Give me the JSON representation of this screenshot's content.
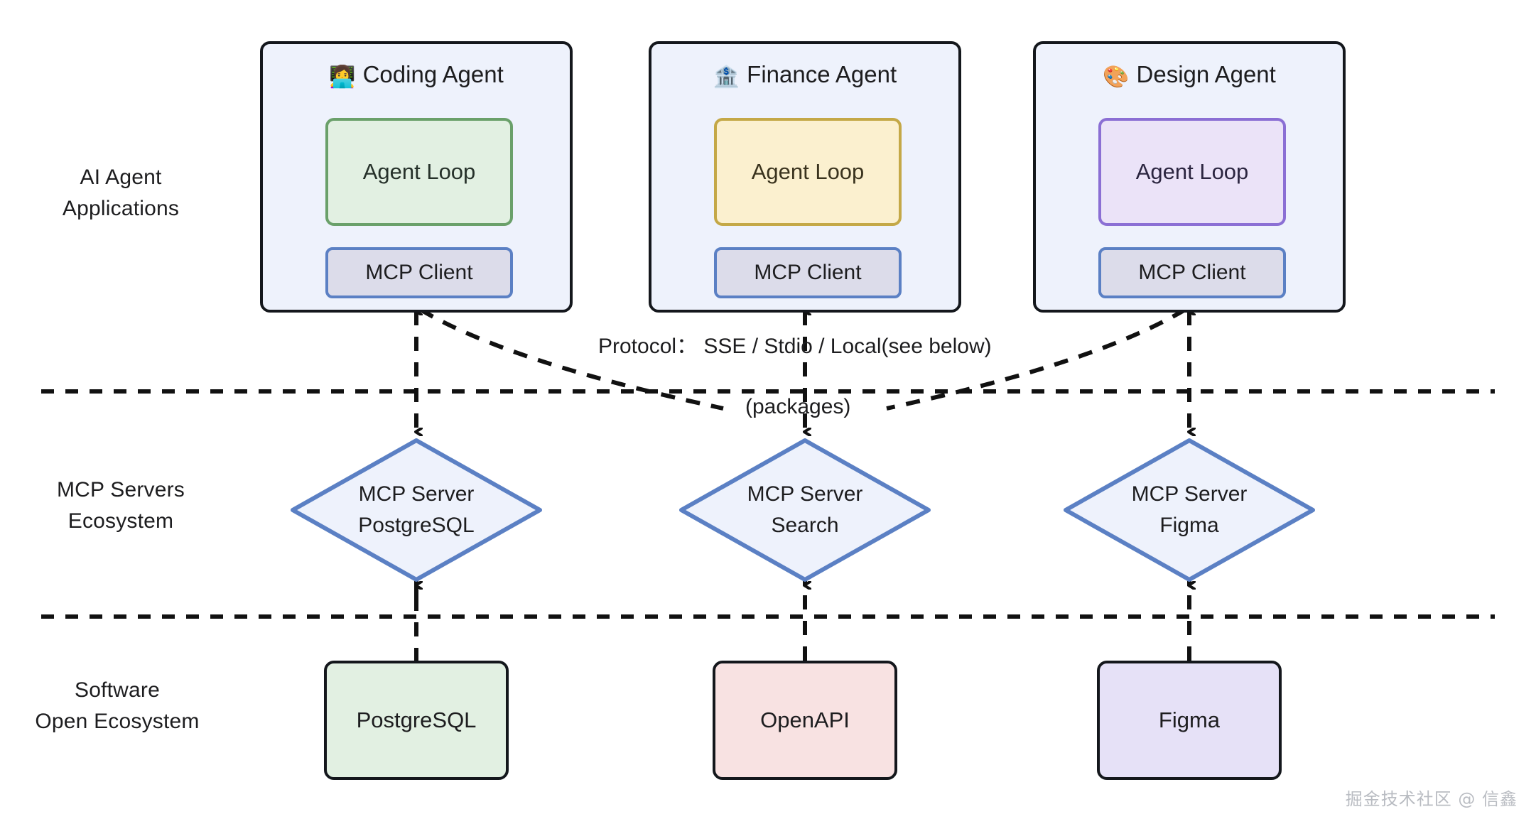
{
  "diagram": {
    "title": "MCP architecture layers",
    "colors": {
      "card_fill": "#eef2fc",
      "card_border": "#14171c",
      "loop_green_border": "#6aa06a",
      "loop_green_fill": "#e2f0e2",
      "loop_yellow_border": "#c4a847",
      "loop_yellow_fill": "#fbf0cf",
      "loop_purple_border": "#8b6fd4",
      "loop_purple_fill": "#ebe3f8",
      "mcp_client_border": "#5b80c4",
      "mcp_client_fill": "#dcdcea",
      "diamond_border": "#5b80c4",
      "diamond_fill": "#eef2fc",
      "software_green": "#e2f0e2",
      "software_pink": "#f8e2e2",
      "software_purple": "#e6e1f7",
      "connector": "#111111",
      "watermark": "#b9bcc2"
    }
  },
  "rows": [
    {
      "id": "applications",
      "label": "AI Agent\nApplications"
    },
    {
      "id": "servers",
      "label": "MCP Servers\nEcosystem"
    },
    {
      "id": "software",
      "label": "Software\nOpen Ecosystem"
    }
  ],
  "agents": [
    {
      "id": "coding",
      "emoji": "👩‍💻",
      "emoji_name": "woman-technologist-icon",
      "title": "Coding Agent",
      "loop_label": "Agent Loop",
      "loop_theme": "green",
      "client_label": "MCP Client"
    },
    {
      "id": "finance",
      "emoji": "🏦",
      "emoji_name": "bank-icon",
      "title": "Finance Agent",
      "loop_label": "Agent Loop",
      "loop_theme": "yellow",
      "client_label": "MCP Client"
    },
    {
      "id": "design",
      "emoji": "🎨",
      "emoji_name": "artist-palette-icon",
      "title": "Design Agent",
      "loop_label": "Agent Loop",
      "loop_theme": "purple",
      "client_label": "MCP Client"
    }
  ],
  "servers": [
    {
      "id": "postgres",
      "label": "MCP Server\nPostgreSQL"
    },
    {
      "id": "search",
      "label": "MCP Server\nSearch"
    },
    {
      "id": "figma",
      "label": "MCP Server\nFigma"
    }
  ],
  "software": [
    {
      "id": "postgresql",
      "label": "PostgreSQL",
      "theme": "green"
    },
    {
      "id": "openapi",
      "label": "OpenAPI",
      "theme": "pink"
    },
    {
      "id": "figma",
      "label": "Figma",
      "theme": "purple"
    }
  ],
  "annotations": {
    "protocol": "Protocol： SSE / Stdio / Local(see below)",
    "packages": "(packages)"
  },
  "watermark": "掘金技术社区 @ 信鑫"
}
